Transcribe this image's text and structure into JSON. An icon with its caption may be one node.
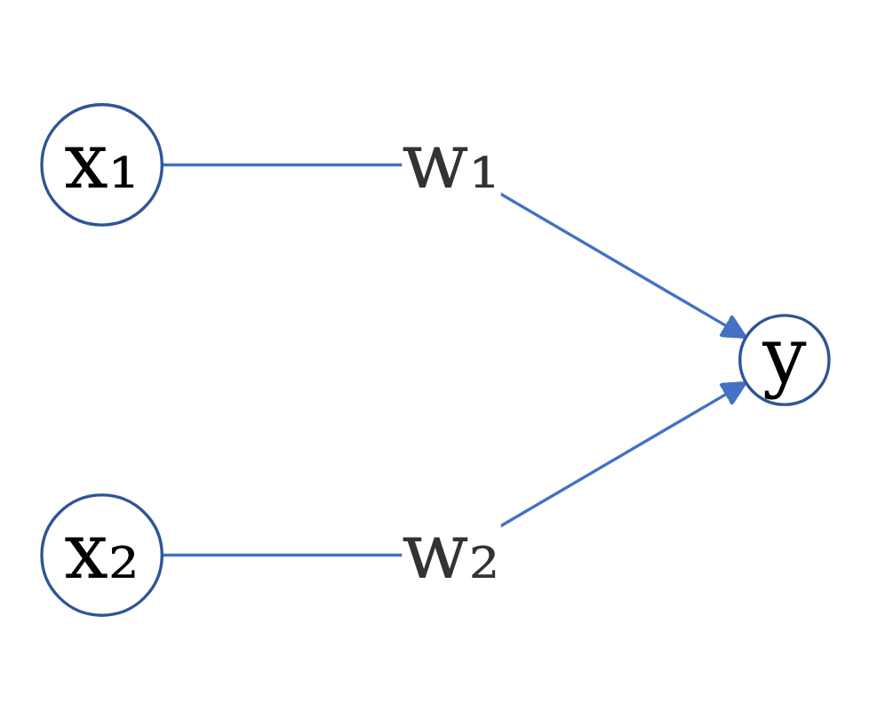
{
  "diagram": {
    "nodes": [
      {
        "text": [
          "x₁"
        ]
      },
      {
        "text": [
          "x₂"
        ]
      },
      {
        "text": [
          "y"
        ]
      }
    ],
    "edges": [
      {
        "from": 0,
        "to": 2,
        "arrow": "to",
        "label": "w₁"
      },
      {
        "from": 1,
        "to": 2,
        "arrow": "to",
        "label": "w₂"
      }
    ]
  }
}
